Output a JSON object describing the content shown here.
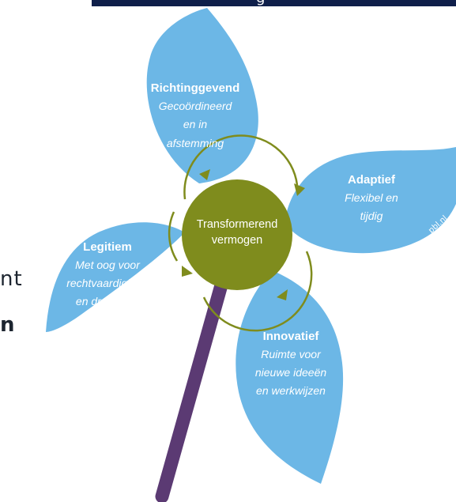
{
  "header": {
    "visible_fragment": "g"
  },
  "side_text": {
    "line1": "nt",
    "line2": "n"
  },
  "hub": {
    "line1": "Transformerend",
    "line2": "vermogen"
  },
  "petals": [
    {
      "title": "Richtinggevend",
      "lines": [
        "Gecoördineerd",
        "en in",
        "afstemming"
      ]
    },
    {
      "title": "Adaptief",
      "lines": [
        "Flexibel en",
        "tijdig"
      ]
    },
    {
      "title": "Innovatief",
      "lines": [
        "Ruimte voor",
        "nieuwe ideeën",
        "en werkwijzen"
      ]
    },
    {
      "title": "Legitiem",
      "lines": [
        "Met oog voor",
        "rechtvaardigheid",
        "en draagvlak"
      ]
    }
  ],
  "credit": "pbl.nl",
  "colors": {
    "petal": "#6cb7e6",
    "hub": "#7f8c1d",
    "ring": "#7f8c1d",
    "stick": "#5b3a73",
    "header": "#0f1f4a"
  }
}
